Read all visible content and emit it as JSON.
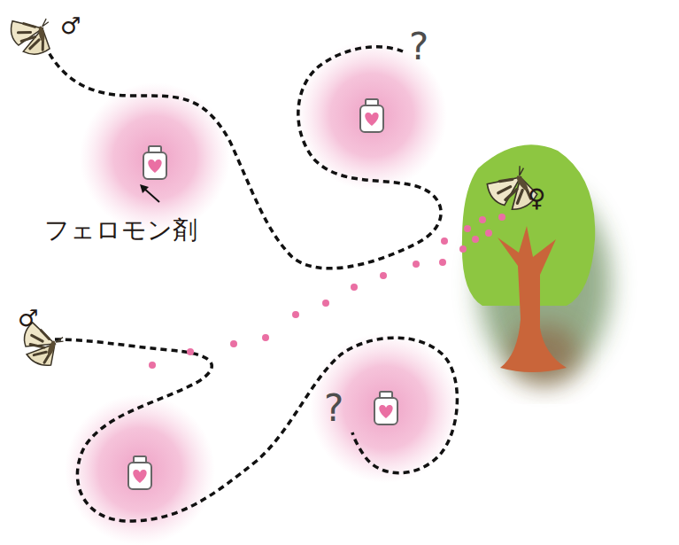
{
  "diagram": {
    "labels": [
      "♂",
      "?",
      "♀",
      "フェロモン剤",
      "♂",
      "?"
    ]
  }
}
